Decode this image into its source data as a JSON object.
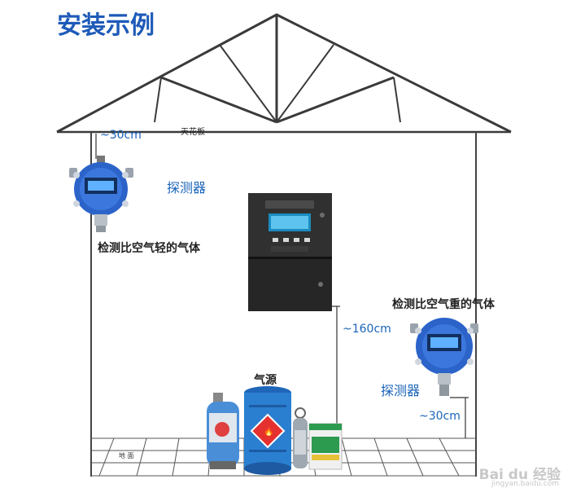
{
  "title": "安装示例",
  "labels": {
    "ceiling": "天花板",
    "top_distance": "~30cm",
    "detector_top": "探测器",
    "light_gas": "检测比空气轻的气体",
    "heavy_gas": "检测比空气重的气体",
    "controller_height": "~160cm",
    "detector_bottom": "探测器",
    "bottom_distance": "~30cm",
    "gas_source": "气源",
    "floor": "地 面"
  },
  "watermark": {
    "main": "Bai du 经验",
    "sub": "jingyan.baidu.com"
  },
  "colors": {
    "title": "#1e5ab8",
    "label_blue": "#1a63b8",
    "detector_blue": "#2b63c9",
    "cabinet": "#2a2a2a",
    "cylinder_blue": "#2a7fd0"
  }
}
